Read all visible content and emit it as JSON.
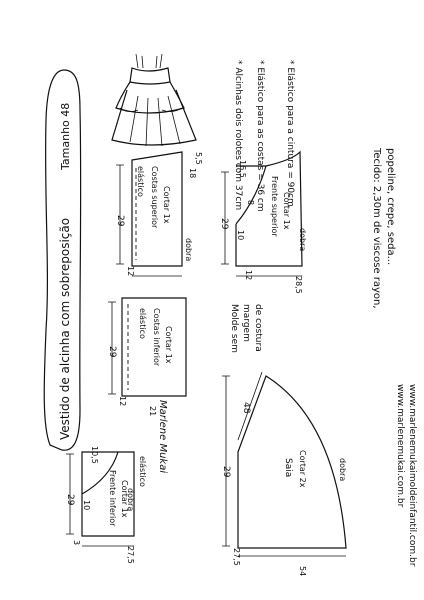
{
  "title": "Vestido de alcinha com sobreposição",
  "size_label": "Tamanho 48",
  "notes": {
    "alcinhas": "* Alcinhas dois rolotes com 37cm",
    "elastico_costas": "* Elástico para as costas = 36 cm",
    "elastico_cintura": "* Elástico para a cintura = 90cm"
  },
  "fabric": {
    "line1": "Tecido: 2,30m de viscose rayon,",
    "line2": "popeline, crepe, seda..."
  },
  "no_seam": [
    "Molde sem",
    "margem",
    "de costura"
  ],
  "credits": {
    "site1": "www.marlenemukai.com.br",
    "site2": "www.marlenemukaimoldeinfantil.com.br",
    "signature": "Marlene Mukai"
  },
  "pieces": {
    "back_upper": {
      "name": "Costas superior",
      "cut": "Cortar 1x",
      "elastic": "elástico",
      "fold": "dobra",
      "dims": {
        "width": "29",
        "height": "12",
        "side": "18",
        "top": "5,5"
      }
    },
    "front_upper": {
      "name": "Frente superior",
      "cut": "Cortar 1x",
      "fold": "dobra",
      "dims": {
        "width": "29",
        "height": "28,5",
        "bottom": "12",
        "side": "10",
        "top": "16,5",
        "neck": "8"
      }
    },
    "back_lower": {
      "name": "Costas inferior",
      "cut": "Cortar 1x",
      "elastic": "elástico",
      "dims": {
        "width": "29",
        "height": "12",
        "side": "21"
      }
    },
    "front_lower": {
      "name": "Frente inferior",
      "cut": "Cortar 1x",
      "fold": "dobra",
      "elastic": "elástico",
      "dims": {
        "width": "29",
        "height": "27,5",
        "side": "10",
        "top": "10,5",
        "neck": "3"
      }
    },
    "skirt": {
      "name": "Saia",
      "cut": "Cortar 2x",
      "fold": "dobra",
      "dims": {
        "width": "29",
        "height": "27,5",
        "bottom": "54",
        "diag": "48"
      }
    }
  }
}
